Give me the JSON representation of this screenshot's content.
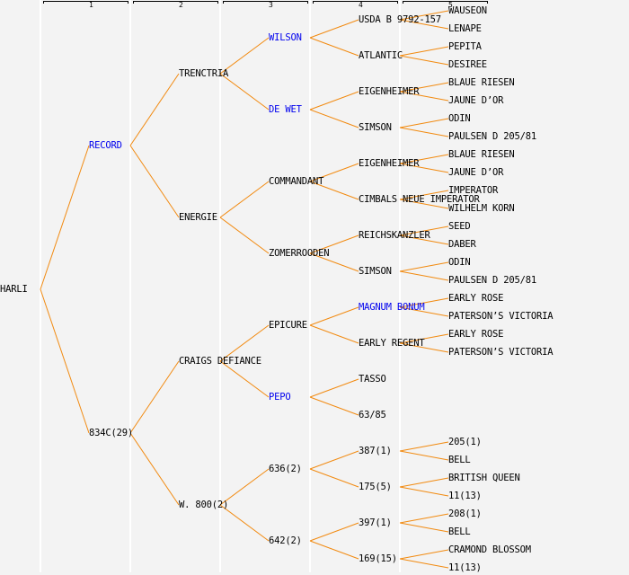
{
  "colors": {
    "line": "#f28a10",
    "highlight_text": "#0000ee",
    "text": "#000000",
    "background": "#f3f3f3"
  },
  "generations": [
    "1",
    "2",
    "3",
    "4",
    "5"
  ],
  "pedigree": {
    "name": "HARLI",
    "children": [
      {
        "name": "RECORD",
        "highlight": true,
        "children": [
          {
            "name": "TRENCTRIA",
            "children": [
              {
                "name": "WILSON",
                "highlight": true,
                "children": [
                  {
                    "name": "USDA B 9792-157",
                    "children": [
                      {
                        "name": "WAUSEON"
                      },
                      {
                        "name": "LENAPE"
                      }
                    ]
                  },
                  {
                    "name": "ATLANTIC",
                    "children": [
                      {
                        "name": "PEPITA"
                      },
                      {
                        "name": "DESIREE"
                      }
                    ]
                  }
                ]
              },
              {
                "name": "DE WET",
                "highlight": true,
                "children": [
                  {
                    "name": "EIGENHEIMER",
                    "children": [
                      {
                        "name": "BLAUE RIESEN"
                      },
                      {
                        "name": "JAUNE D’OR"
                      }
                    ]
                  },
                  {
                    "name": "SIMSON",
                    "children": [
                      {
                        "name": "ODIN"
                      },
                      {
                        "name": "PAULSEN D 205/81"
                      }
                    ]
                  }
                ]
              }
            ]
          },
          {
            "name": "ENERGIE",
            "children": [
              {
                "name": "COMMANDANT",
                "children": [
                  {
                    "name": "EIGENHEIMER",
                    "children": [
                      {
                        "name": "BLAUE RIESEN"
                      },
                      {
                        "name": "JAUNE D’OR"
                      }
                    ]
                  },
                  {
                    "name": "CIMBALS NEUE IMPERATOR",
                    "children": [
                      {
                        "name": "IMPERATOR"
                      },
                      {
                        "name": "WILHELM KORN"
                      }
                    ]
                  }
                ]
              },
              {
                "name": "ZOMERROODEN",
                "children": [
                  {
                    "name": "REICHSKANZLER",
                    "children": [
                      {
                        "name": "SEED"
                      },
                      {
                        "name": "DABER"
                      }
                    ]
                  },
                  {
                    "name": "SIMSON",
                    "children": [
                      {
                        "name": "ODIN"
                      },
                      {
                        "name": "PAULSEN D 205/81"
                      }
                    ]
                  }
                ]
              }
            ]
          }
        ]
      },
      {
        "name": "834C(29)",
        "children": [
          {
            "name": "CRAIGS DEFIANCE",
            "children": [
              {
                "name": "EPICURE",
                "children": [
                  {
                    "name": "MAGNUM BONUM",
                    "highlight": true,
                    "children": [
                      {
                        "name": "EARLY ROSE"
                      },
                      {
                        "name": "PATERSON’S VICTORIA"
                      }
                    ]
                  },
                  {
                    "name": "EARLY REGENT",
                    "children": [
                      {
                        "name": "EARLY ROSE"
                      },
                      {
                        "name": "PATERSON’S VICTORIA"
                      }
                    ]
                  }
                ]
              },
              {
                "name": "PEPO",
                "highlight": true,
                "children": [
                  {
                    "name": "TASSO"
                  },
                  {
                    "name": "63/85"
                  }
                ]
              }
            ]
          },
          {
            "name": "W. 800(2)",
            "children": [
              {
                "name": "636(2)",
                "children": [
                  {
                    "name": "387(1)",
                    "children": [
                      {
                        "name": "205(1)"
                      },
                      {
                        "name": "BELL"
                      }
                    ]
                  },
                  {
                    "name": "175(5)",
                    "children": [
                      {
                        "name": "BRITISH QUEEN"
                      },
                      {
                        "name": "11(13)"
                      }
                    ]
                  }
                ]
              },
              {
                "name": "642(2)",
                "children": [
                  {
                    "name": "397(1)",
                    "children": [
                      {
                        "name": "208(1)"
                      },
                      {
                        "name": "BELL"
                      }
                    ]
                  },
                  {
                    "name": "169(15)",
                    "children": [
                      {
                        "name": "CRAMOND BLOSSOM"
                      },
                      {
                        "name": "11(13)"
                      }
                    ]
                  }
                ]
              }
            ]
          }
        ]
      }
    ]
  }
}
